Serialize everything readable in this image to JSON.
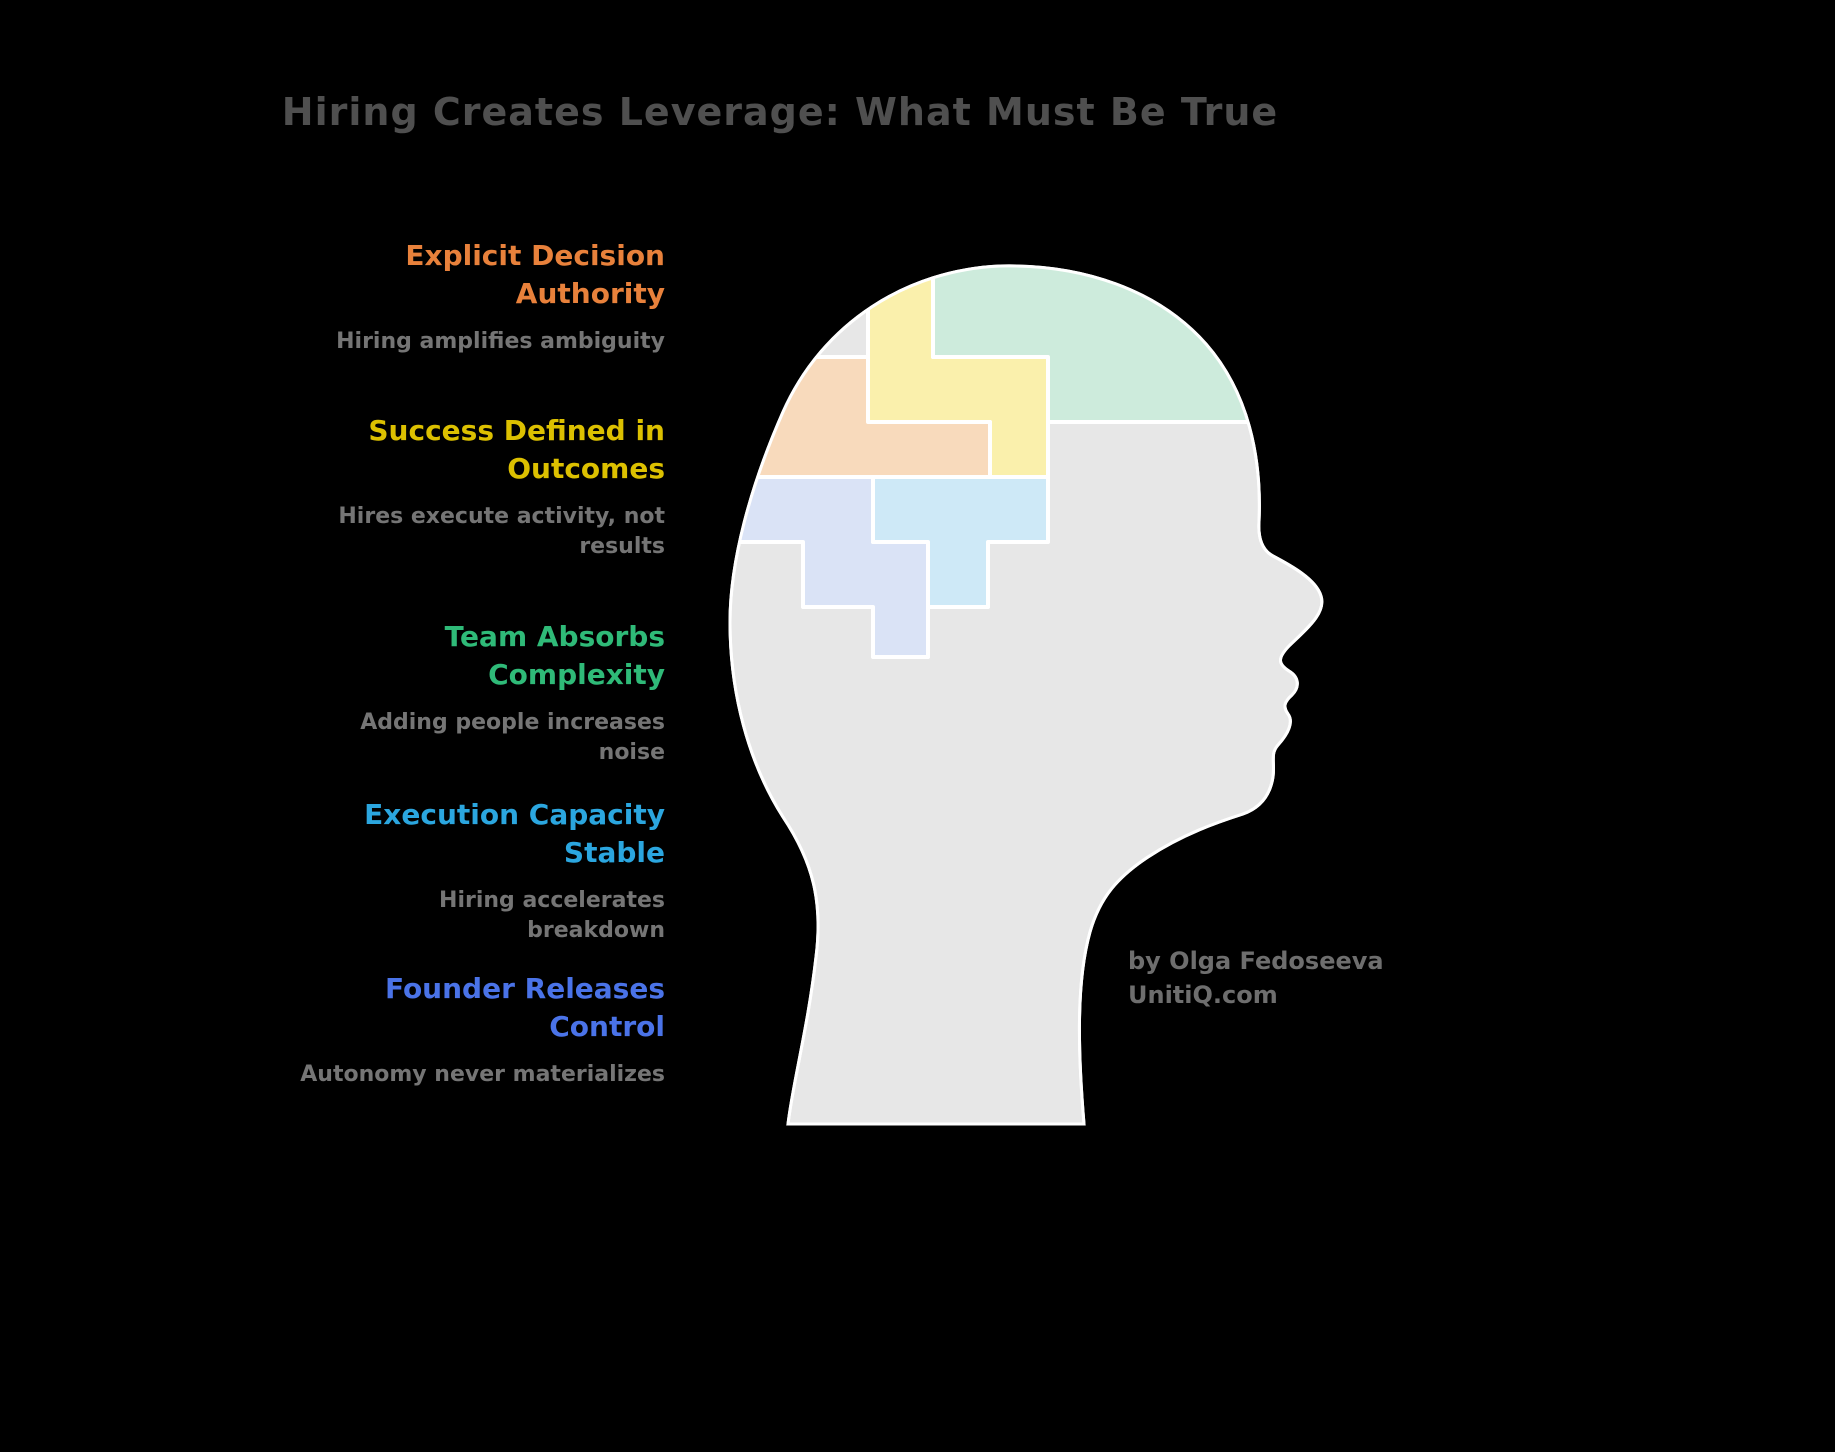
{
  "page": {
    "background": "#000000"
  },
  "title": {
    "text": "Hiring Creates Leverage: What Must Be True",
    "color": "#4F4F4F"
  },
  "items": [
    {
      "heading": "Explicit Decision Authority",
      "color": "#E8813B",
      "subtitle": "Hiring amplifies ambiguity"
    },
    {
      "heading": "Success Defined in Outcomes",
      "color": "#DCC000",
      "subtitle": "Hires execute activity, not results"
    },
    {
      "heading": "Team Absorbs Complexity",
      "color": "#2FBA78",
      "subtitle": "Adding people increases noise"
    },
    {
      "heading": "Execution Capacity Stable",
      "color": "#2BA6DF",
      "subtitle": "Hiring accelerates breakdown"
    },
    {
      "heading": "Founder Releases Control",
      "color": "#4A73E8",
      "subtitle": "Autonomy never materializes"
    }
  ],
  "subtitle_color": "#757575",
  "credit": {
    "line1": "by Olga Fedoseeva",
    "line2": "UnitiQ.com",
    "color": "#6E6E6E"
  },
  "illustration": {
    "label": "head-silhouette-with-puzzle-brain",
    "head_color": "#E7E7E7",
    "outline_color": "#FFFFFF",
    "pieces": [
      {
        "name": "yellow-piece",
        "color": "#FAF0AC"
      },
      {
        "name": "green-piece",
        "color": "#CDEBDC"
      },
      {
        "name": "orange-piece",
        "color": "#F8DABC"
      },
      {
        "name": "periwinkle-piece",
        "color": "#DAE3F6"
      },
      {
        "name": "cyan-piece",
        "color": "#CEE9F7"
      }
    ]
  }
}
